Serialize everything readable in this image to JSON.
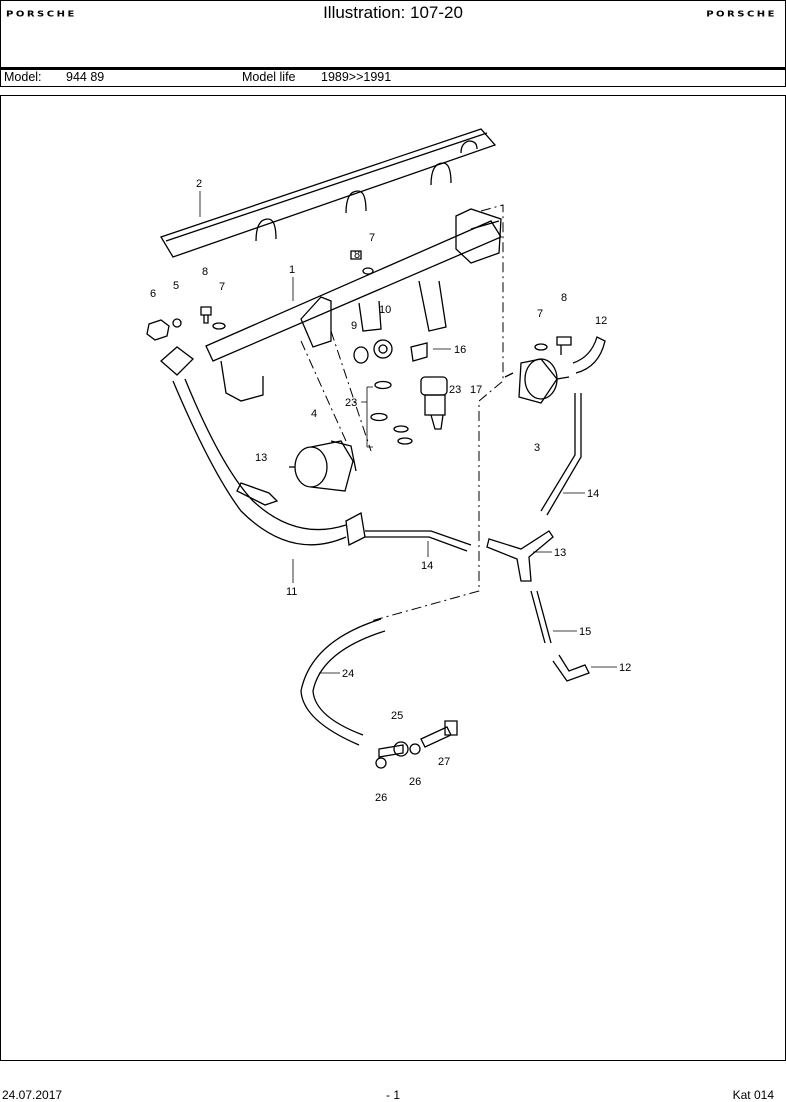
{
  "header": {
    "brand_left": "PORSCHE",
    "brand_right": "PORSCHE",
    "title": "Illustration: 107-20"
  },
  "model_bar": {
    "model_label": "Model:",
    "model_value": "944 89",
    "life_label": "Model life",
    "life_value": "1989>>1991"
  },
  "diagram": {
    "callouts": [
      "1",
      "2",
      "3",
      "4",
      "5",
      "6",
      "7",
      "7",
      "7",
      "8",
      "8",
      "8",
      "9",
      "10",
      "11",
      "12",
      "12",
      "13",
      "13",
      "14",
      "14",
      "15",
      "16",
      "17",
      "23",
      "23",
      "24",
      "25",
      "26",
      "26",
      "27"
    ]
  },
  "footer": {
    "date": "24.07.2017",
    "page": "- 1",
    "catalog": "Kat 014"
  }
}
